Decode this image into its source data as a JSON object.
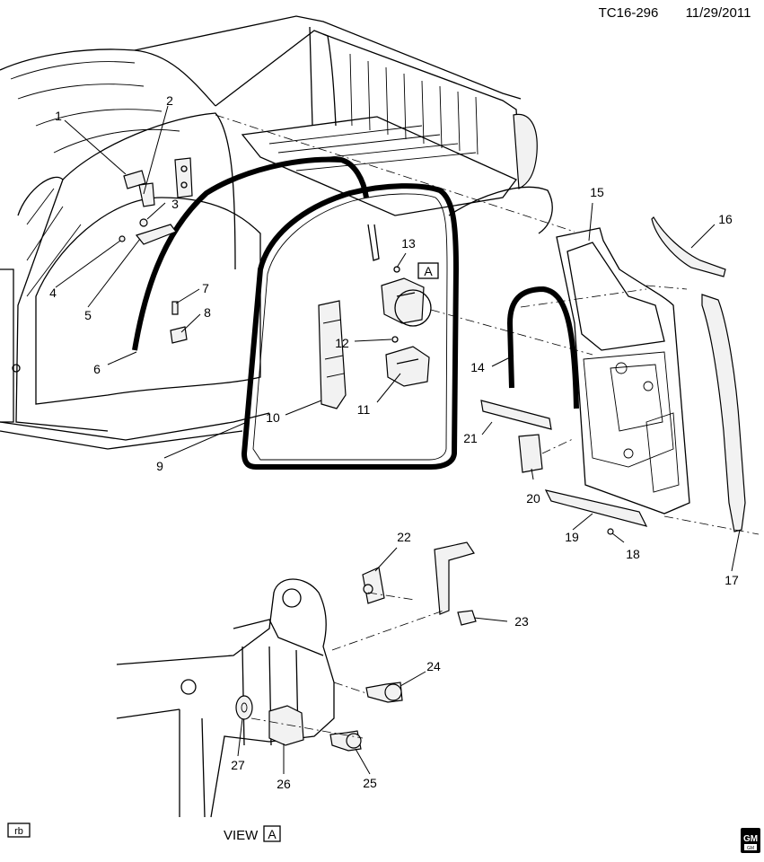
{
  "header": {
    "doc_id": "TC16-296",
    "date": "11/29/2011"
  },
  "footer": {
    "rb_tag": "rb",
    "view_label": "VIEW",
    "view_letter": "A",
    "logo_top": "GM",
    "logo_bottom": "GM"
  },
  "callouts": [
    {
      "key": "c1",
      "text": "1"
    },
    {
      "key": "c2",
      "text": "2"
    },
    {
      "key": "c3",
      "text": "3"
    },
    {
      "key": "c4",
      "text": "4"
    },
    {
      "key": "c5",
      "text": "5"
    },
    {
      "key": "c6",
      "text": "6"
    },
    {
      "key": "c7",
      "text": "7"
    },
    {
      "key": "c8",
      "text": "8"
    },
    {
      "key": "c9",
      "text": "9"
    },
    {
      "key": "c10",
      "text": "10"
    },
    {
      "key": "c11",
      "text": "11"
    },
    {
      "key": "c12",
      "text": "12"
    },
    {
      "key": "c13",
      "text": "13"
    },
    {
      "key": "c14",
      "text": "14"
    },
    {
      "key": "c15",
      "text": "15"
    },
    {
      "key": "c16",
      "text": "16"
    },
    {
      "key": "c17",
      "text": "17"
    },
    {
      "key": "c18",
      "text": "18"
    },
    {
      "key": "c19",
      "text": "19"
    },
    {
      "key": "c20",
      "text": "20"
    },
    {
      "key": "c21",
      "text": "21"
    },
    {
      "key": "c22",
      "text": "22"
    },
    {
      "key": "c23",
      "text": "23"
    },
    {
      "key": "c24",
      "text": "24"
    },
    {
      "key": "c25",
      "text": "25"
    },
    {
      "key": "c26",
      "text": "26"
    },
    {
      "key": "c27",
      "text": "27"
    }
  ],
  "detail_marker": "A"
}
